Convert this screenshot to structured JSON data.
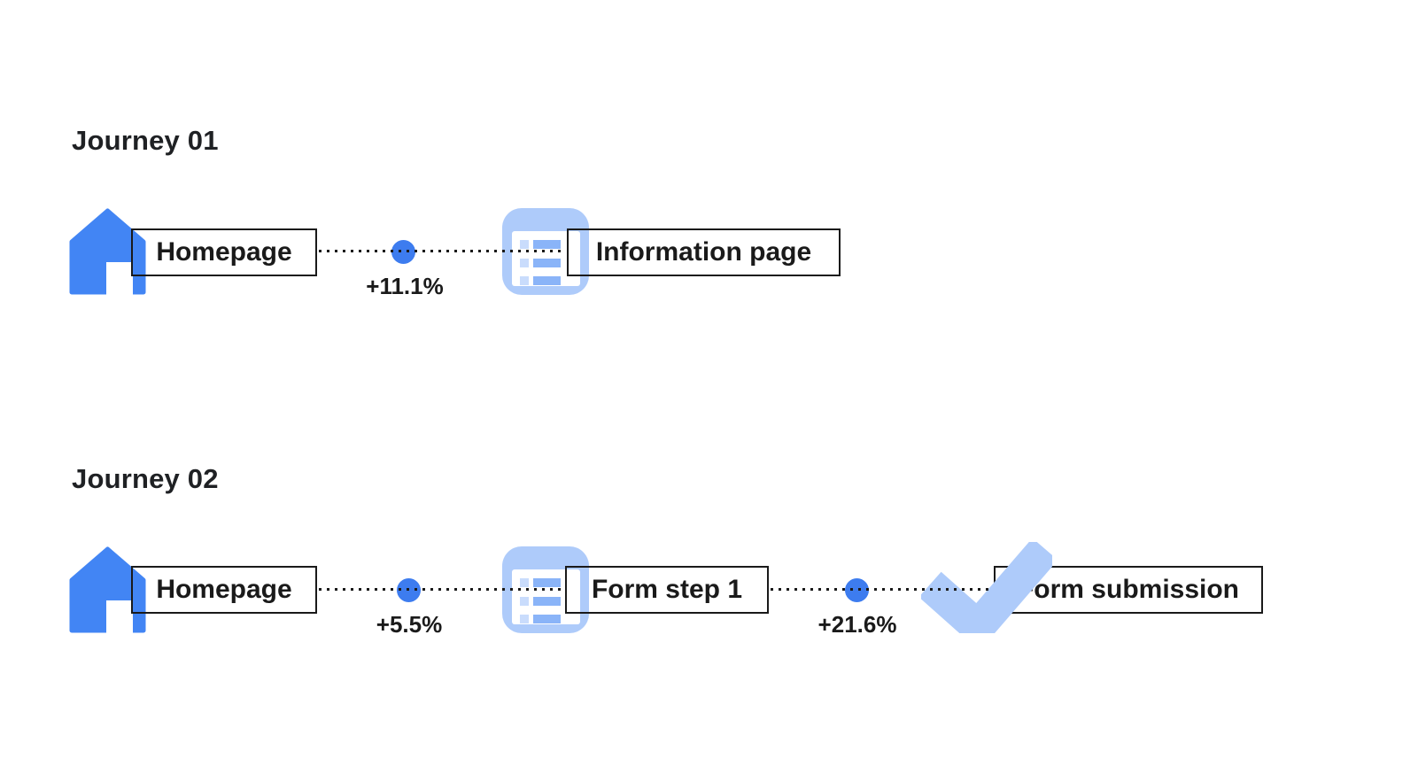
{
  "diagram": {
    "type": "user-journey-flow"
  },
  "colors": {
    "primary_blue": "#4285F4",
    "dot_blue": "#3D7CEF",
    "light_blue": "#AECBFA",
    "mid_blue_bar": "#8AB4F8",
    "pale_blue_square": "#C9DCFC",
    "text": "#1A1A1A",
    "box_border": "#1A1A1A",
    "background": "#FFFFFF"
  },
  "journeys": [
    {
      "title": "Journey 01",
      "steps": [
        {
          "label": "Homepage",
          "icon": "home-icon"
        },
        {
          "label": "Information page",
          "icon": "list-page-icon"
        }
      ],
      "connectors": [
        {
          "value": "+11.1%"
        }
      ]
    },
    {
      "title": "Journey 02",
      "steps": [
        {
          "label": "Homepage",
          "icon": "home-icon"
        },
        {
          "label": "Form step 1",
          "icon": "list-page-icon"
        },
        {
          "label": "Form submission",
          "icon": "checkmark-icon"
        }
      ],
      "connectors": [
        {
          "value": "+5.5%"
        },
        {
          "value": "+21.6%"
        }
      ]
    }
  ]
}
